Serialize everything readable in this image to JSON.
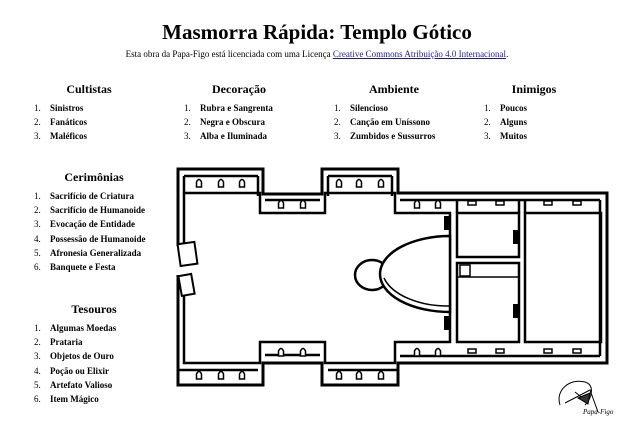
{
  "title": "Masmorra Rápida: Templo Gótico",
  "license": {
    "prefix": "Esta obra da Papa-Figo está licenciada com uma Licença",
    "link": "Creative Commons Atribuição 4.0 Internacional",
    "suffix": "."
  },
  "tables": [
    {
      "heading": "Cultistas",
      "items": [
        "Sinistros",
        "Fanáticos",
        "Maléficos"
      ]
    },
    {
      "heading": "Decoração",
      "items": [
        "Rubra e Sangrenta",
        "Negra e Obscura",
        "Alba e Iluminada"
      ]
    },
    {
      "heading": "Ambiente",
      "items": [
        "Silencioso",
        "Canção em Uníssono",
        "Zumbidos e Sussurros"
      ]
    },
    {
      "heading": "Inimigos",
      "items": [
        "Poucos",
        "Alguns",
        "Muitos"
      ]
    },
    {
      "heading": "Cerimônias",
      "items": [
        "Sacrifício de Criatura",
        "Sacrifício de Humanoide",
        "Evocação de Entidade",
        "Possessão de Humanoide",
        "Afronesia Generalizada",
        "Banquete e Festa"
      ]
    },
    {
      "heading": "Tesouros",
      "items": [
        "Algumas Moedas",
        "Prataria",
        "Objetos de Ouro",
        "Poção ou Elixir",
        "Artefato Valioso",
        "Item Mágico"
      ]
    }
  ],
  "numbers": [
    "1.",
    "2.",
    "3.",
    "4.",
    "5.",
    "6."
  ],
  "logo_text": "Papa-Figo"
}
